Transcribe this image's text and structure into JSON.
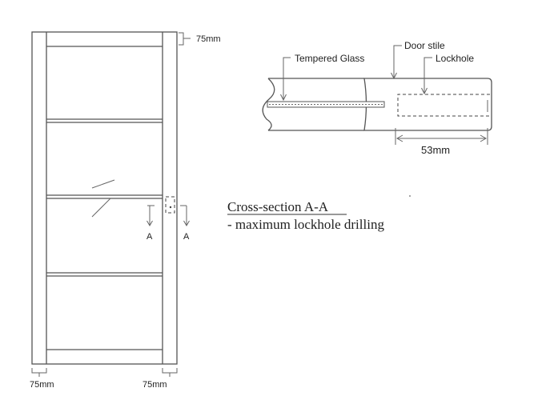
{
  "door": {
    "dim_top": "75mm",
    "dim_left": "75mm",
    "dim_right": "75mm",
    "section_marker_left": "A",
    "section_marker_right": "A"
  },
  "section": {
    "label_glass": "Tempered Glass",
    "label_stile": "Door stile",
    "label_lockhole": "Lockhole",
    "dim_lockhole": "53mm"
  },
  "caption": {
    "title": "Cross-section A-A",
    "subtitle": "- maximum lockhole drilling"
  },
  "colors": {
    "line": "#555555",
    "text": "#222222",
    "background": "#ffffff"
  }
}
